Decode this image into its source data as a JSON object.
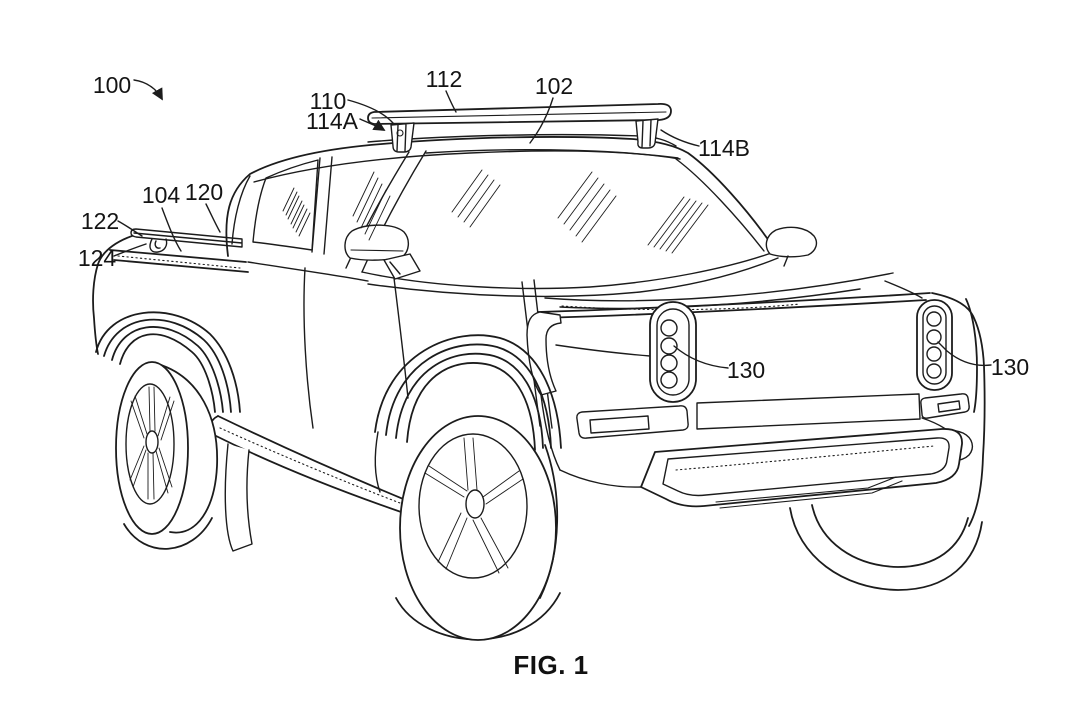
{
  "figure": {
    "caption": "FIG. 1",
    "reference_labels": {
      "r100": "100",
      "r110": "110",
      "r114a": "114A",
      "r112": "112",
      "r102": "102",
      "r114b": "114B",
      "r104": "104",
      "r120": "120",
      "r122": "122",
      "r124": "124",
      "r130_center": "130",
      "r130_right": "130"
    },
    "colors": {
      "line": "#1c1c1c",
      "background": "#ffffff"
    }
  }
}
